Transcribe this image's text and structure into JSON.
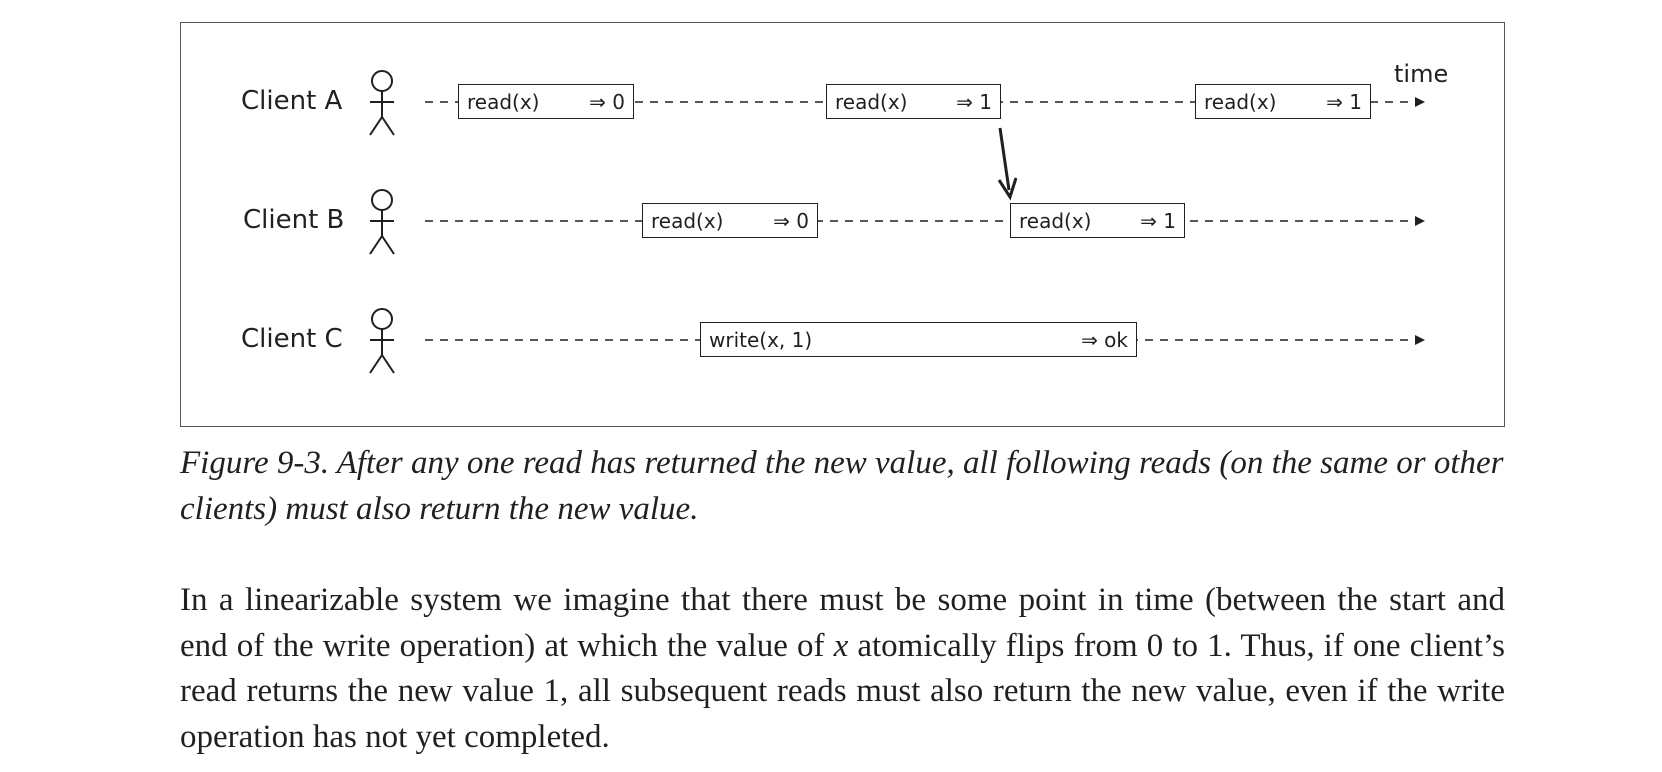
{
  "figure": {
    "clients": [
      {
        "id": "a",
        "label": "Client A"
      },
      {
        "id": "b",
        "label": "Client B"
      },
      {
        "id": "c",
        "label": "Client C"
      }
    ],
    "time_label": "time",
    "operations": [
      {
        "client": "a",
        "name": "read(x)",
        "result": "⇒ 0"
      },
      {
        "client": "a",
        "name": "read(x)",
        "result": "⇒ 1"
      },
      {
        "client": "a",
        "name": "read(x)",
        "result": "⇒ 1"
      },
      {
        "client": "b",
        "name": "read(x)",
        "result": "⇒ 0"
      },
      {
        "client": "b",
        "name": "read(x)",
        "result": "⇒ 1"
      },
      {
        "client": "c",
        "name": "write(x, 1)",
        "result": "⇒ ok"
      }
    ],
    "caption": "Figure 9-3. After any one read has returned the new value, all following reads (on the same or other clients) must also return the new value."
  },
  "paragraph": {
    "before_x": "In a linearizable system we imagine that there must be some point in time (between the start and end of the write operation) at which the value of ",
    "x": "x",
    "after_x": " atomically flips from 0 to 1. Thus, if one client’s read returns the new value 1, all subsequent reads must also return the new value, even if the write operation has not yet completed."
  }
}
